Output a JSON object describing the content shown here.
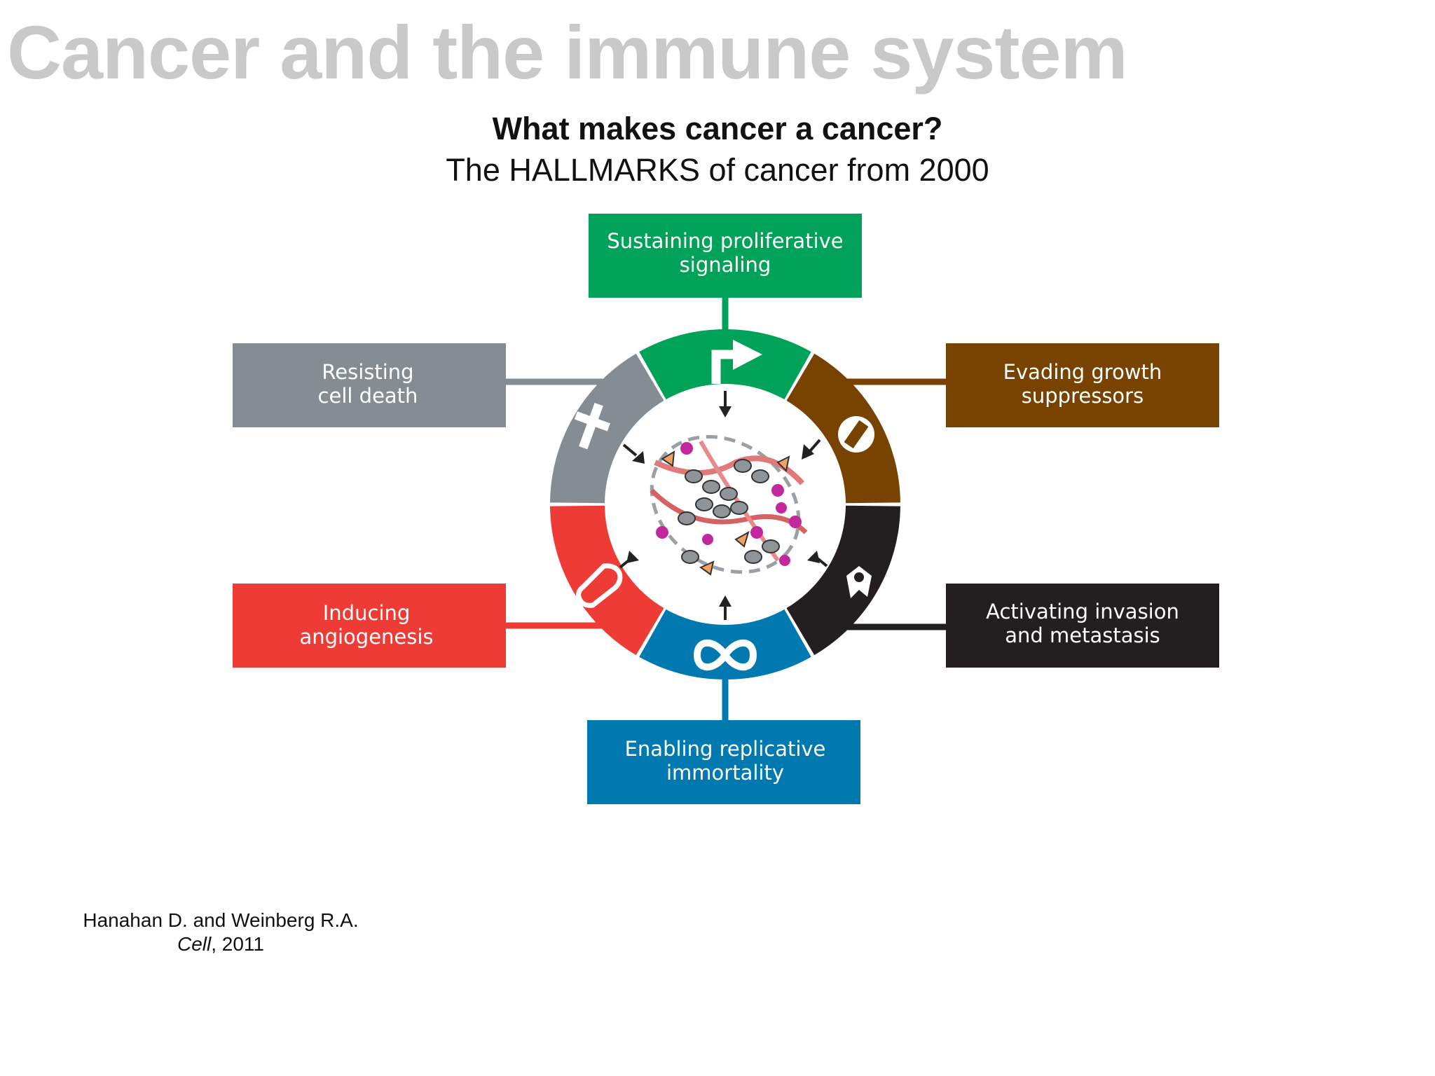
{
  "slide": {
    "title": "Cancer and the immune system",
    "question": "What makes cancer a cancer?",
    "subtitle": "The HALLMARKS of cancer from 2000"
  },
  "hallmarks": [
    {
      "id": "proliferative",
      "lines": [
        "Sustaining proliferative",
        "signaling"
      ],
      "color": "#00a159",
      "icon": "arrow-icon"
    },
    {
      "id": "growth-suppressors",
      "lines": [
        "Evading growth",
        "suppressors"
      ],
      "color": "#784300",
      "icon": "no-entry-icon"
    },
    {
      "id": "invasion",
      "lines": [
        "Activating invasion",
        "and metastasis"
      ],
      "color": "#231f20",
      "icon": "invasive-cell-icon"
    },
    {
      "id": "immortality",
      "lines": [
        "Enabling replicative",
        "immortality"
      ],
      "color": "#0079b1",
      "icon": "infinity-icon"
    },
    {
      "id": "angiogenesis",
      "lines": [
        "Inducing",
        "angiogenesis"
      ],
      "color": "#ef3b35",
      "icon": "blood-vessel-icon"
    },
    {
      "id": "cell-death",
      "lines": [
        "Resisting",
        "cell death"
      ],
      "color": "#858d94",
      "icon": "cross-icon"
    }
  ],
  "citation": {
    "authors": "Hanahan D. and Weinberg R.A.",
    "journal": "Cell",
    "year": ", 2011"
  }
}
